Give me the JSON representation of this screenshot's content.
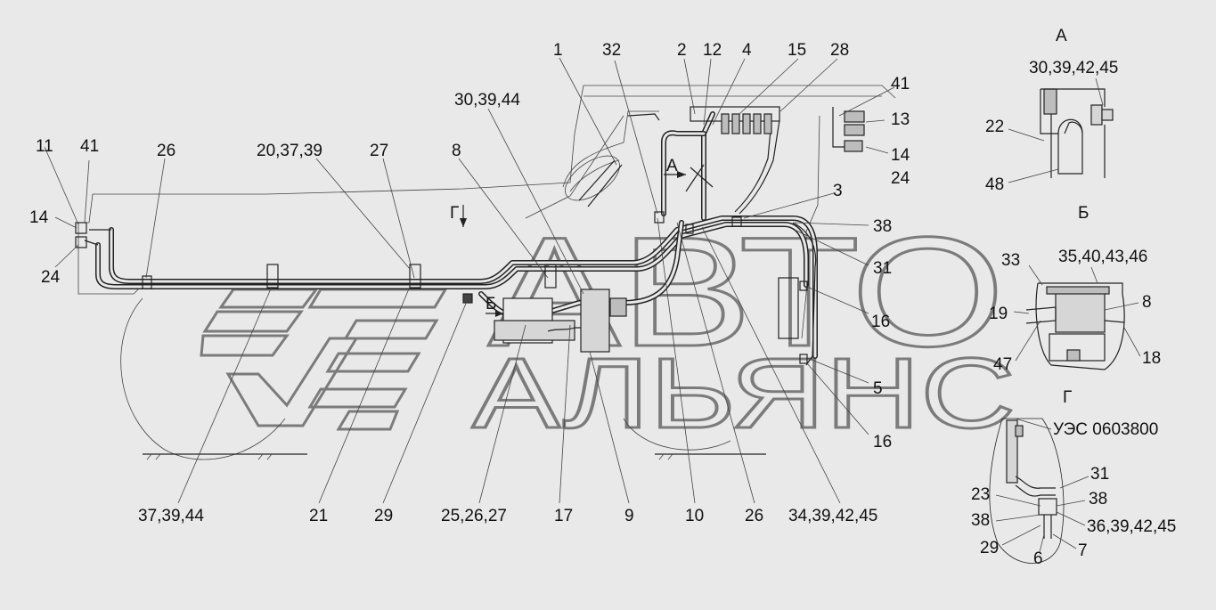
{
  "view_letters": {
    "A": "А",
    "B": "Б",
    "G": "Г"
  },
  "main_view_markers": {
    "A": "А",
    "B": "Б",
    "G": "Г"
  },
  "watermark": {
    "line1": "АВТО",
    "line2": "АЛЬЯНС"
  },
  "callouts": {
    "c1": "1",
    "c32": "32",
    "c2": "2",
    "c12": "12",
    "c4": "4",
    "c15": "15",
    "c28": "28",
    "c41_top": "41",
    "c13": "13",
    "c14_right": "14",
    "c24_right": "24",
    "c3": "3",
    "c38_main": "38",
    "c31_main": "31",
    "c16_a": "16",
    "c5": "5",
    "c16_b": "16",
    "c30_39_44": "30,39,44",
    "c8_main": "8",
    "c27_main": "27",
    "c20_37_39": "20,37,39",
    "c26_left": "26",
    "c11": "11",
    "c41_left": "41",
    "c14_left": "14",
    "c24_left": "24",
    "b_37_39_44": "37,39,44",
    "b_21": "21",
    "b_29": "29",
    "b_25_26_27": "25,26,27",
    "b_17": "17",
    "b_9": "9",
    "b_10": "10",
    "b_26": "26",
    "b_34_39_42_45": "34,39,42,45"
  },
  "detail_a": {
    "ref": "30,39,42,45",
    "c22": "22",
    "c48": "48"
  },
  "detail_b": {
    "ref": "35,40,43,46",
    "c33": "33",
    "c19": "19",
    "c8": "8",
    "c47": "47",
    "c18": "18"
  },
  "detail_g": {
    "code": "УЭС 0603800",
    "c31": "31",
    "c23": "23",
    "c38a": "38",
    "c38b": "38",
    "c36": "36,39,42,45",
    "c29": "29",
    "c6": "6",
    "c7": "7"
  }
}
